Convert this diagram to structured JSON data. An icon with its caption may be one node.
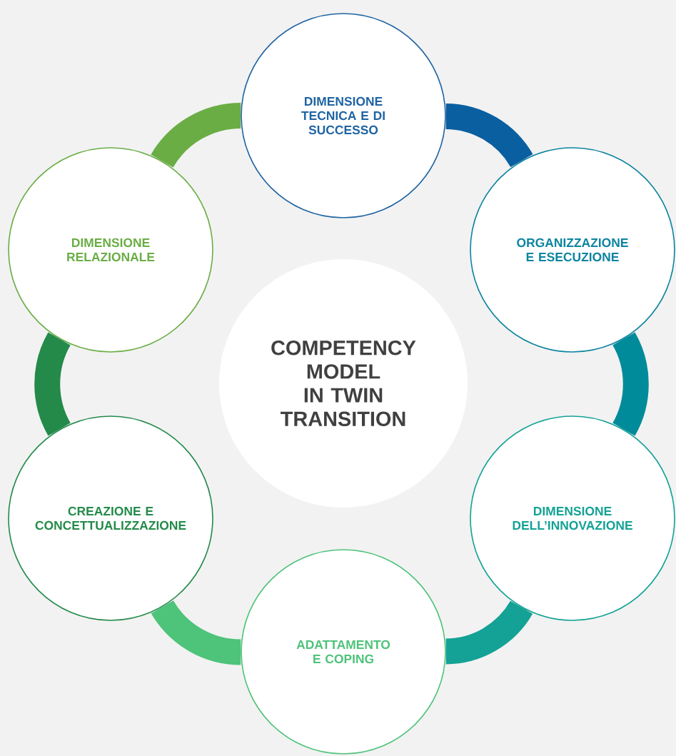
{
  "diagram": {
    "nodes": [
      {
        "text": [
          "COMPETENCY MODEL IN TWIN TRANSITION"
        ]
      },
      {
        "text": [
          "DIMENSIONE TECNICA E DI SUCCESSO"
        ]
      },
      {
        "text": [
          "ORGANIZZAZIONE E ESECUZIONE"
        ]
      },
      {
        "text": [
          "DIMENSIONE DELL’INNOVAZIONE"
        ]
      },
      {
        "text": [
          "ADATTAMENTO E COPING"
        ]
      },
      {
        "text": [
          "CREAZIONE E CONCETTUALIZZAZIONE"
        ]
      },
      {
        "text": [
          "DIMENSIONE RELAZIONALE"
        ]
      }
    ],
    "edges": [
      {
        "from": 1,
        "to": 2,
        "arrow": "none",
        "color": "#0a5fa0"
      },
      {
        "from": 2,
        "to": 3,
        "arrow": "none",
        "color": "#008b9a"
      },
      {
        "from": 3,
        "to": 4,
        "arrow": "none",
        "color": "#13a295"
      },
      {
        "from": 4,
        "to": 5,
        "arrow": "none",
        "color": "#4ec37a"
      },
      {
        "from": 5,
        "to": 6,
        "arrow": "none",
        "color": "#238a4a"
      },
      {
        "from": 6,
        "to": 1,
        "arrow": "none",
        "color": "#6aad45"
      }
    ]
  }
}
